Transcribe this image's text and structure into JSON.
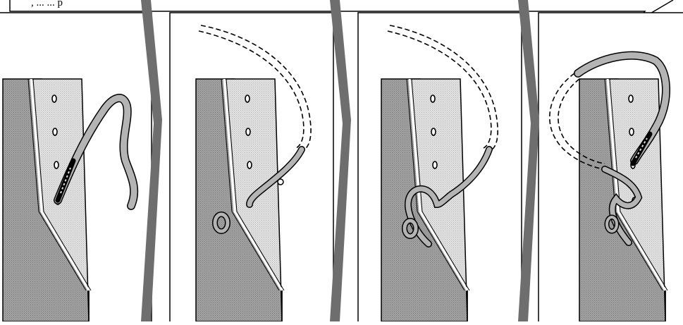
{
  "figure": {
    "caption_fragment": ", ... ... p",
    "panel_count": 4,
    "colors": {
      "background": "#ffffff",
      "outline": "#000000",
      "dark_fabric": "#9d9d9d",
      "light_fabric": "#dadada",
      "thread": "#b4b4b4",
      "separator": "#6e6e6e"
    },
    "panels": [
      {
        "name": "step-1",
        "description": ""
      },
      {
        "name": "step-2",
        "description": ""
      },
      {
        "name": "step-3",
        "description": ""
      },
      {
        "name": "step-4",
        "description": ""
      }
    ]
  }
}
